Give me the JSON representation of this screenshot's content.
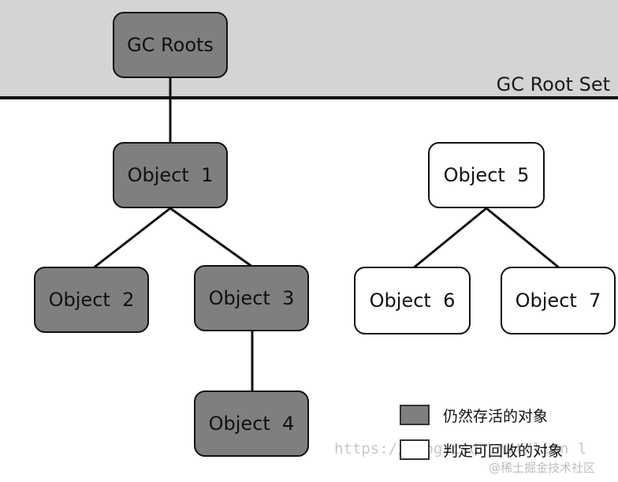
{
  "colors": {
    "live": "#7f7f7f",
    "dead": "#ffffff",
    "band": "#d4d4d4",
    "line": "#111111"
  },
  "root_set_label": "GC Root Set",
  "nodes": [
    {
      "id": "gc-roots",
      "label": "GC Roots",
      "state": "live"
    },
    {
      "id": "object-1",
      "label": "Object  1",
      "state": "live"
    },
    {
      "id": "object-2",
      "label": "Object  2",
      "state": "live"
    },
    {
      "id": "object-3",
      "label": "Object  3",
      "state": "live"
    },
    {
      "id": "object-4",
      "label": "Object  4",
      "state": "live"
    },
    {
      "id": "object-5",
      "label": "Object  5",
      "state": "dead"
    },
    {
      "id": "object-6",
      "label": "Object  6",
      "state": "dead"
    },
    {
      "id": "object-7",
      "label": "Object  7",
      "state": "dead"
    }
  ],
  "edges": [
    {
      "from": "gc-roots",
      "to": "object-1"
    },
    {
      "from": "object-1",
      "to": "object-2"
    },
    {
      "from": "object-1",
      "to": "object-3"
    },
    {
      "from": "object-3",
      "to": "object-4"
    },
    {
      "from": "object-5",
      "to": "object-6"
    },
    {
      "from": "object-5",
      "to": "object-7"
    }
  ],
  "legend": {
    "live_label": "仍然存活的对象",
    "dead_label": "判定可回收的对象"
  },
  "watermark": "https://blog.csdn.net/lian l",
  "credit": "@稀土掘金技术社区"
}
